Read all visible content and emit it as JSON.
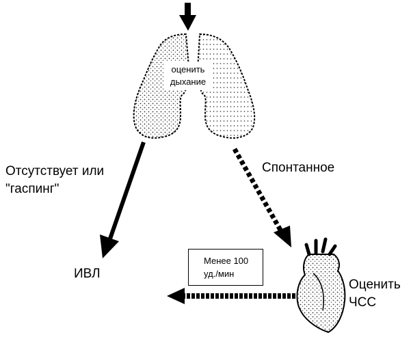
{
  "lungs": {
    "line1": "оценить",
    "line2": "дыхание"
  },
  "branch_left": {
    "line1": "Отсутствует или",
    "line2": "\"гаспинг\""
  },
  "branch_right": {
    "label": "Спонтанное"
  },
  "outcome_left": {
    "label": "ИВЛ"
  },
  "heart": {
    "line1": "Оценить",
    "line2": "ЧСС"
  },
  "condition_box": {
    "line1": "Менее 100",
    "line2": "уд./мин"
  }
}
